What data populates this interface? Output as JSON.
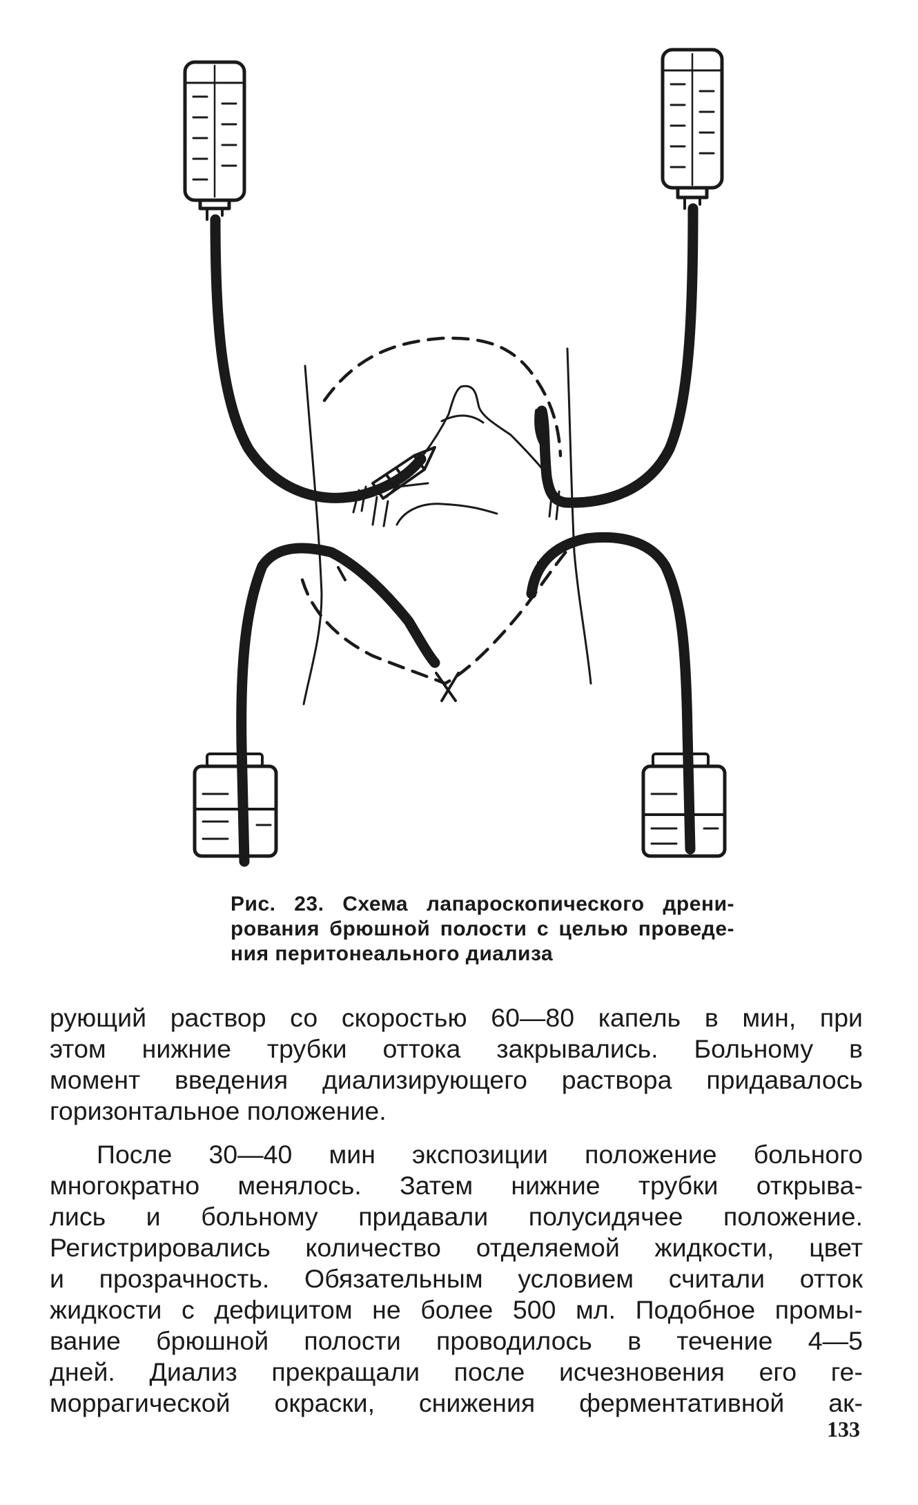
{
  "figure": {
    "caption_lines": [
      "Рис. 23. Схема лапароскопического дрени-",
      "рования брюшной полости с целью проведе-",
      "ния перитонеального диализа"
    ]
  },
  "body": {
    "paragraph1": [
      "рующий раствор со скоростью 60—80 капель в мин, при",
      "этом нижние трубки оттока закрывались. Больному в",
      "момент введения диализирующего раствора придавалось",
      "горизонтальное положение."
    ],
    "paragraph2": [
      "После 30—40 мин экспозиции положение больного",
      "многократно менялось. Затем нижние трубки открыва-",
      "лись и больному придавали полусидячее положение.",
      "Регистрировались количество отделяемой жидкости, цвет",
      "и прозрачность. Обязательным условием считали отток",
      "жидкости с дефицитом не более 500 мл. Подобное промы-",
      "вание брюшной полости проводилось в течение 4—5",
      "дней. Диализ прекращали после исчезновения его ге-",
      "моррагической окраски, снижения ферментативной ак-"
    ]
  },
  "page_number": "133"
}
